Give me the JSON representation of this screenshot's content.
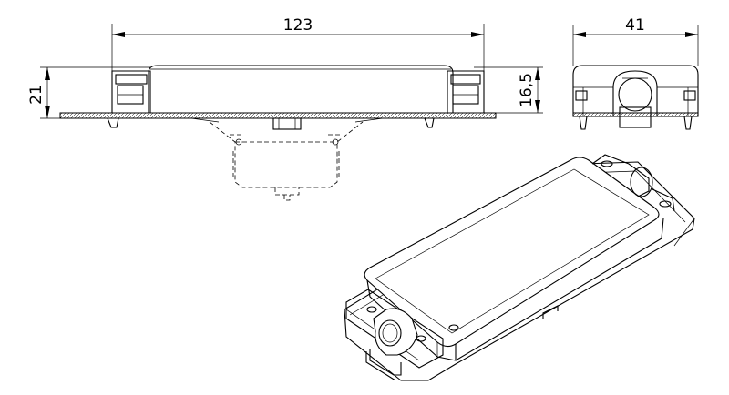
{
  "dimensions": {
    "length": "123",
    "width": "41",
    "overall_height": "21",
    "body_height": "16,5"
  }
}
